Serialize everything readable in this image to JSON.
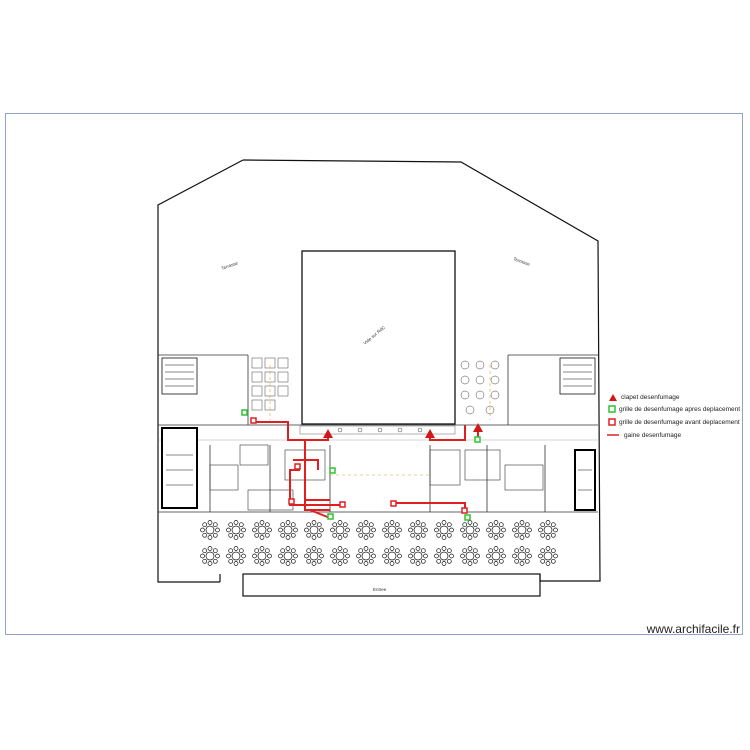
{
  "colors": {
    "duct": "#e02020",
    "damper": "#d01818",
    "grille_after": "#2fc42f",
    "grille_before": "#e02020",
    "walls": "#111111",
    "frame": "#8fa4c8"
  },
  "plan": {
    "labels": {
      "terrace_left": "Terrasse",
      "terrace_right": "Terrasse",
      "void": "Vide sur RdC",
      "entrance": "Entree"
    }
  },
  "legend": {
    "items": [
      {
        "label": "clapet desenfumage",
        "icon": "triangle-damper-icon"
      },
      {
        "label": "grille de desenfumage apres deplacement",
        "icon": "green-square-icon"
      },
      {
        "label": "grille de desenfumage avant deplacement",
        "icon": "red-square-icon"
      },
      {
        "label": "gaine desenfumage",
        "icon": "red-line-icon"
      }
    ]
  },
  "watermark": "www.archifacile.fr"
}
